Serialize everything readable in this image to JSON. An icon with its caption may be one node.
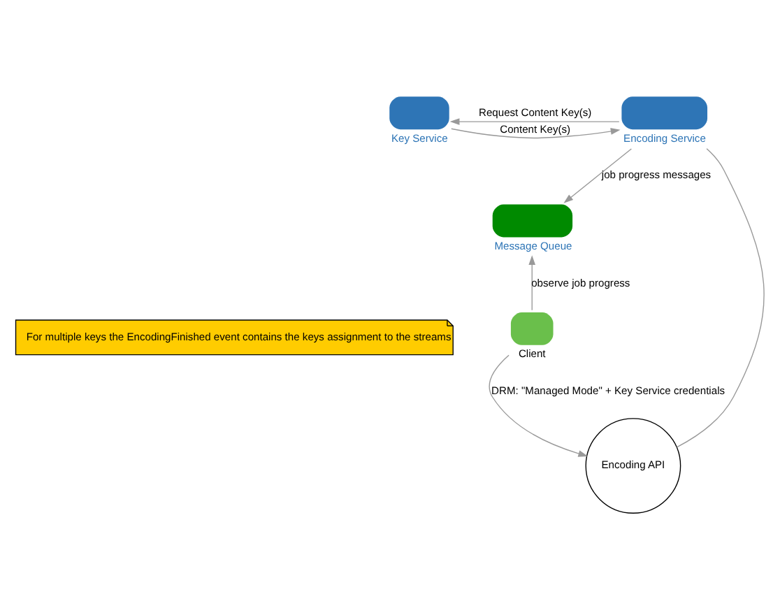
{
  "diagram": {
    "nodes": [
      {
        "text": [
          "Key Service"
        ]
      },
      {
        "text": [
          "Encoding Service"
        ]
      },
      {
        "text": [
          "Encoding API"
        ]
      },
      {
        "text": [
          "Message Queue"
        ]
      },
      {
        "text": [
          "Client"
        ]
      },
      {
        "text": [
          "For multiple keys the EncodingFinished event contains the keys assignment to the streams"
        ]
      }
    ],
    "edges": [
      {
        "from": 1,
        "to": 0,
        "arrow": "to",
        "label": "Request Content Key(s)"
      },
      {
        "from": 0,
        "to": 1,
        "arrow": "to",
        "label": "Content Key(s)"
      },
      {
        "from": 2,
        "to": 1,
        "arrow": "none"
      },
      {
        "from": 1,
        "to": 3,
        "arrow": "to",
        "label": "job progress messages"
      },
      {
        "from": 4,
        "to": 2,
        "arrow": "to",
        "label": "DRM: \"Managed Mode\" + Key Service credentials"
      },
      {
        "from": 4,
        "to": 3,
        "arrow": "to",
        "label": "observe job progress"
      }
    ]
  }
}
